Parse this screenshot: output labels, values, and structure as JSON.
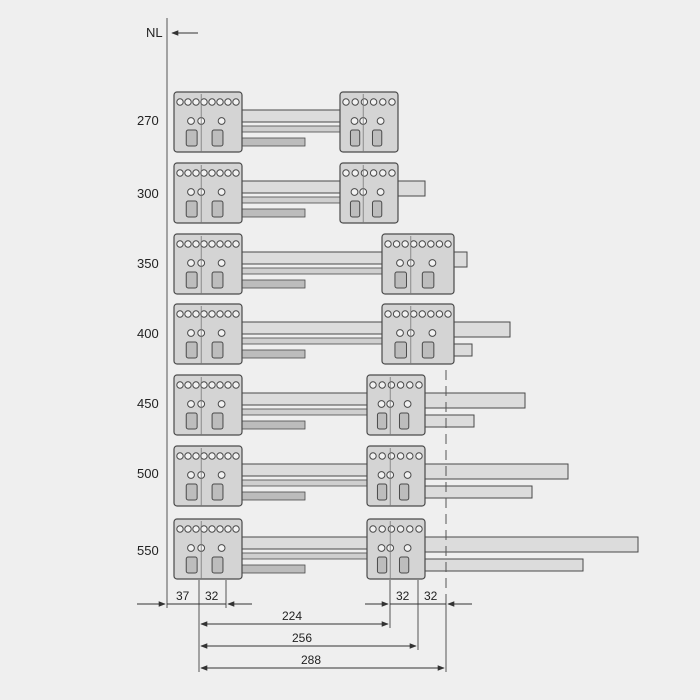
{
  "nl_label": "NL",
  "rows": [
    {
      "label": "270"
    },
    {
      "label": "300"
    },
    {
      "label": "350"
    },
    {
      "label": "400"
    },
    {
      "label": "450"
    },
    {
      "label": "500"
    },
    {
      "label": "550"
    }
  ],
  "dimensions": {
    "d37": "37",
    "d32a": "32",
    "d32b": "32",
    "d32c": "32",
    "d224": "224",
    "d256": "256",
    "d288": "288"
  },
  "colors": {
    "background": "#efefef",
    "line": "#333333",
    "bracket_fill": "#d4d4d4",
    "bracket_stroke": "#4a4a4a",
    "rail_fill": "#dcdcdc"
  }
}
